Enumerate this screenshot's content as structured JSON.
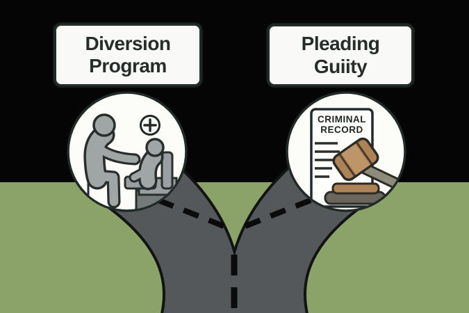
{
  "scene": {
    "left_option": {
      "label": "Diversion Program",
      "icon": "counseling-session-plus-icon"
    },
    "right_option": {
      "label": "Pleading Guiity",
      "icon": "criminal-record-gavel-icon",
      "document_title_line1": "CRIMINAL",
      "document_title_line2": "RECORD"
    }
  },
  "colors": {
    "background": "#050505",
    "ground": "#8ba269",
    "road": "#54585a",
    "road_outline": "#121413",
    "road_dash": "#0a0b0a",
    "card_bg": "#f9faf7",
    "card_border": "#212b27",
    "label_text": "#272d2b",
    "circle_fill": "#fcfdf9",
    "circle_border": "#212a26",
    "figure_gray": "#a0a5a6",
    "figure_outline": "#272e2c",
    "gavel_brown": "#ac8256",
    "gavel_light_band": "#bd9568",
    "gavel_handle": "#8f8b7a",
    "sound_block_dark": "#6b665d"
  }
}
